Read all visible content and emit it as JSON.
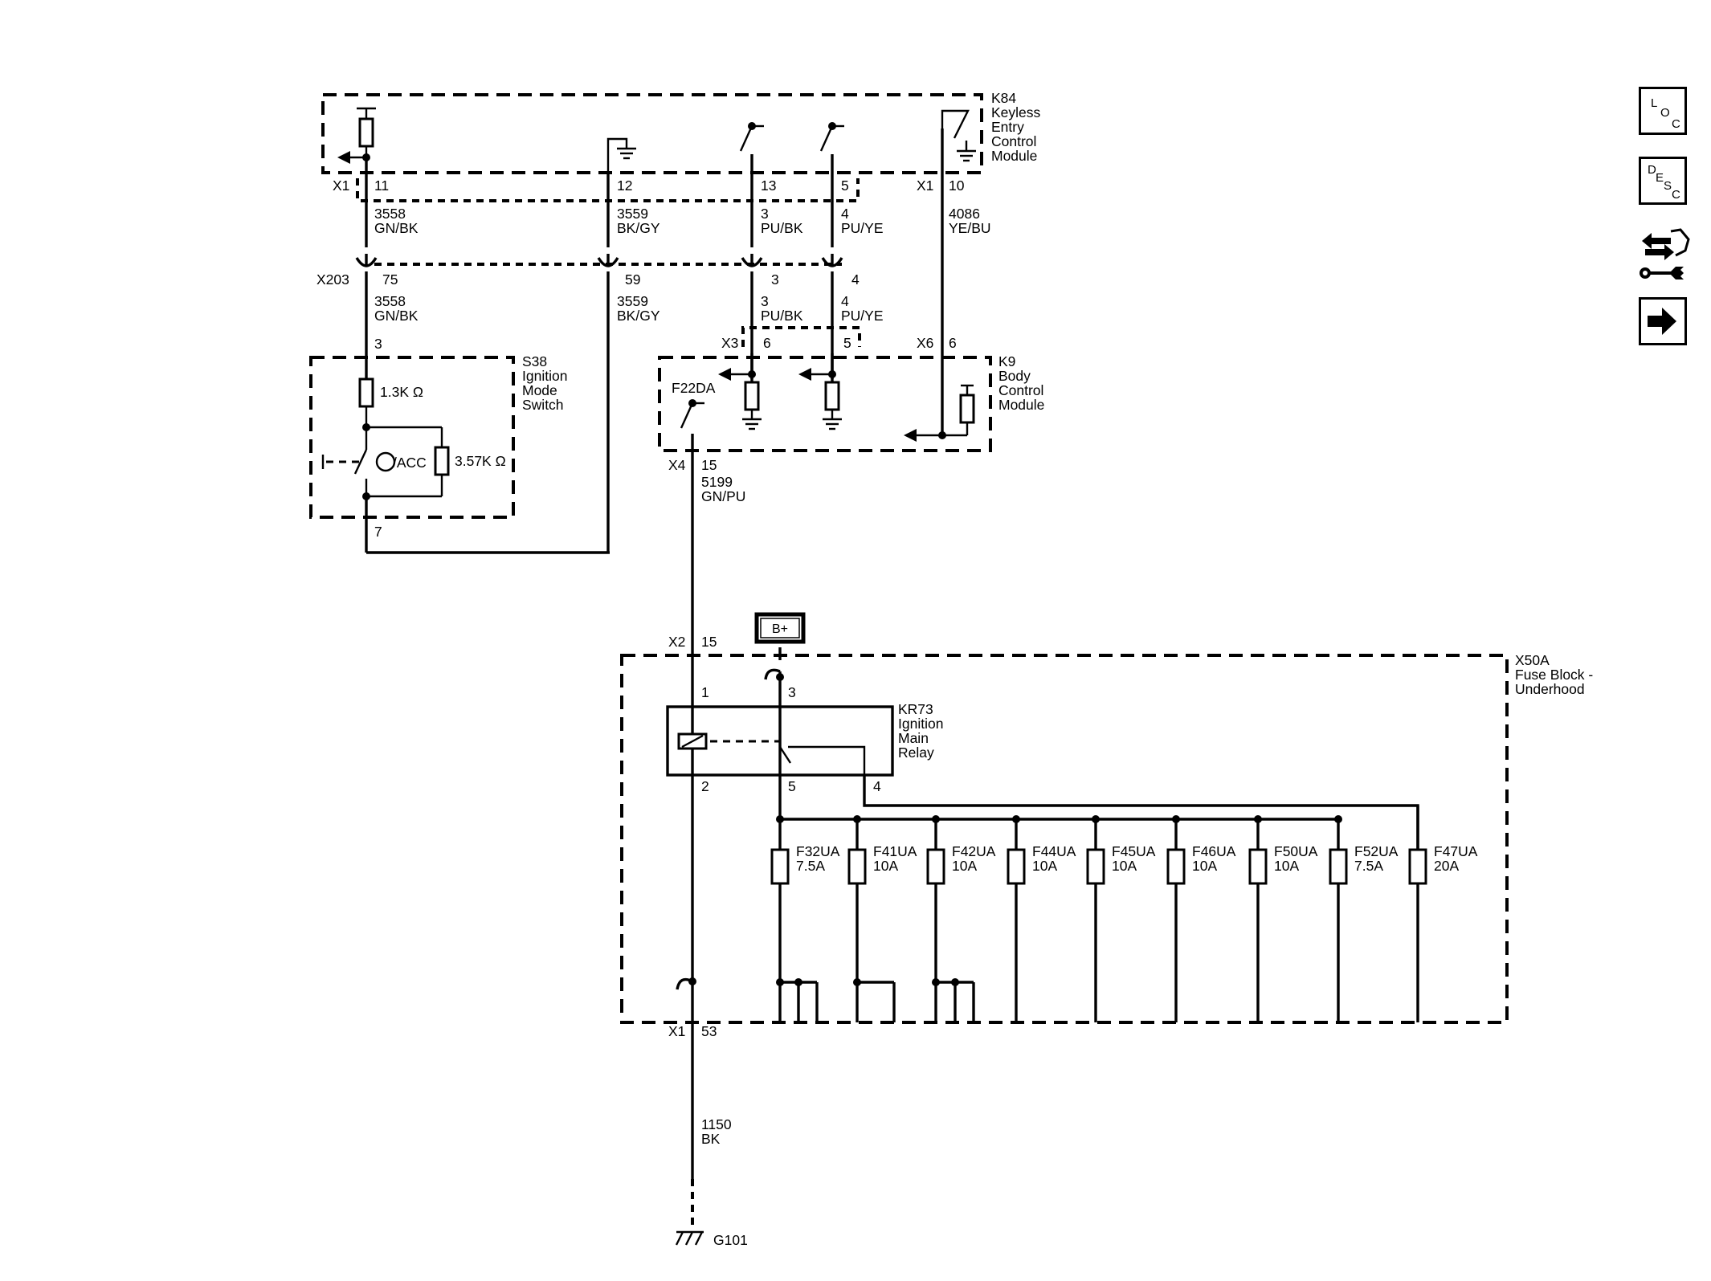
{
  "k84": {
    "id": "K84",
    "l1": "Keyless",
    "l2": "Entry",
    "l3": "Control",
    "l4": "Module"
  },
  "k9": {
    "id": "K9",
    "l1": "Body",
    "l2": "Control",
    "l3": "Module"
  },
  "s38": {
    "id": "S38",
    "l1": "Ignition",
    "l2": "Mode",
    "l3": "Switch",
    "r1": "1.3K Ω",
    "r2": "3.57K Ω",
    "acc": "/ACC"
  },
  "x50a": {
    "id": "X50A",
    "l1": "Fuse Block -",
    "l2": "Underhood"
  },
  "relay": {
    "id": "KR73",
    "l1": "Ignition",
    "l2": "Main",
    "l3": "Relay"
  },
  "fuse_internal": "F22DA",
  "power": "B+",
  "ground": "G101",
  "conn": {
    "x1": "X1",
    "x203": "X203",
    "x3": "X3",
    "x6": "X6",
    "x4": "X4",
    "x2": "X2"
  },
  "pins": {
    "p11": "11",
    "p12": "12",
    "p13": "13",
    "p5a": "5",
    "p10": "10",
    "p75": "75",
    "p59": "59",
    "p3a": "3",
    "p4a": "4",
    "p3s": "3",
    "p7s": "7",
    "p6x3": "6",
    "p5x3": "5",
    "p6x6": "6",
    "p15x4": "15",
    "p15x2": "15",
    "p1r": "1",
    "p3r": "3",
    "p2r": "2",
    "p5r": "5",
    "p4r": "4",
    "p53": "53"
  },
  "wires": {
    "c3558": "3558",
    "gnbk": "GN/BK",
    "c3559": "3559",
    "bkgy": "BK/GY",
    "c3": "3",
    "pubk": "PU/BK",
    "c4": "4",
    "puye": "PU/YE",
    "c4086": "4086",
    "yebu": "YE/BU",
    "c5199": "5199",
    "gnpu": "GN/PU",
    "c1150": "1150",
    "bk": "BK"
  },
  "fuses": [
    {
      "name": "F32UA",
      "rating": "7.5A"
    },
    {
      "name": "F41UA",
      "rating": "10A"
    },
    {
      "name": "F42UA",
      "rating": "10A"
    },
    {
      "name": "F44UA",
      "rating": "10A"
    },
    {
      "name": "F45UA",
      "rating": "10A"
    },
    {
      "name": "F46UA",
      "rating": "10A"
    },
    {
      "name": "F50UA",
      "rating": "10A"
    },
    {
      "name": "F52UA",
      "rating": "7.5A"
    },
    {
      "name": "F47UA",
      "rating": "20A"
    }
  ],
  "toolbar": {
    "loc": {
      "c1": "L",
      "c2": "O",
      "c3": "C"
    },
    "desc": {
      "c1": "D",
      "c2": "E",
      "c3": "S",
      "c4": "C"
    },
    "swap_icon": "connector-swap-icon",
    "wrench_icon": "wrench-icon",
    "next_icon": "arrow-right-icon"
  }
}
